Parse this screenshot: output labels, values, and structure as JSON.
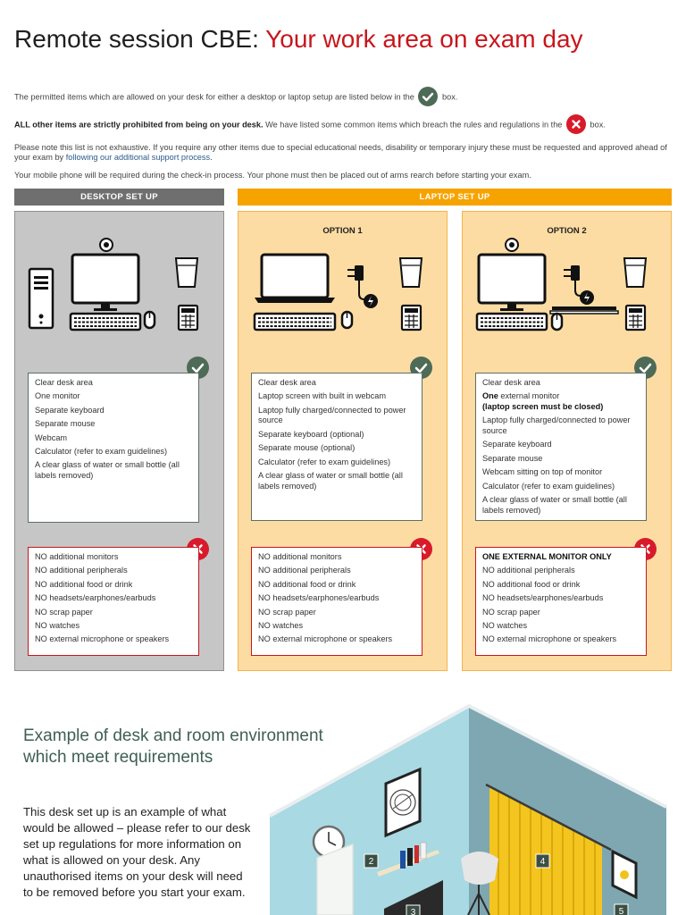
{
  "title": {
    "main": "Remote session CBE:",
    "accent": "Your work area on exam day"
  },
  "intro": {
    "p1_text": "The permitted items which are allowed on your desk for either a desktop or laptop setup are listed below in the",
    "p1_suffix": "box.",
    "p2_bold": "ALL other items are strictly prohibited from being on your desk.",
    "p2_text": "We have listed some common items which breach the rules and regulations in the",
    "p2_suffix": "box.",
    "p3_text": "Please note this list is not exhaustive. If you require any other items due to special educational needs, disability or temporary injury these must be requested and approved ahead of your exam by",
    "p3_link": "following our additional support process",
    "p3_end": ".",
    "p4_text": "Your mobile phone will be required during the check-in process. Your phone must then be placed out of arms rearch before starting your exam."
  },
  "bars": {
    "desktop": "DESKTOP SET UP",
    "laptop": "LAPTOP SET UP"
  },
  "desktop": {
    "allowed": [
      "Clear desk area",
      "One monitor",
      "Separate keyboard",
      "Separate mouse",
      "Webcam",
      "Calculator (refer to exam guidelines)",
      "A clear glass of water or small bottle (all labels removed)"
    ],
    "banned": [
      "NO additional monitors",
      "NO additional peripherals",
      "NO additional food or drink",
      "NO headsets/earphones/earbuds",
      "NO scrap paper",
      "NO watches",
      "NO external microphone or speakers"
    ]
  },
  "option1": {
    "title": "OPTION 1",
    "allowed": [
      "Clear desk area",
      "Laptop screen with built in webcam",
      "Laptop fully charged/connected to power source",
      "Separate keyboard (optional)",
      "Separate mouse (optional)",
      "Calculator (refer to exam guidelines)",
      "A clear glass of water or small bottle (all labels removed)"
    ],
    "banned": [
      "NO additional monitors",
      "NO additional peripherals",
      "NO additional food or drink",
      "NO headsets/earphones/earbuds",
      "NO scrap paper",
      "NO watches",
      "NO external microphone or speakers"
    ]
  },
  "option2": {
    "title": "OPTION 2",
    "allowed_first": "Clear desk area",
    "monitor_bold": "One",
    "monitor_rest": " external monitor",
    "monitor_note": "(laptop screen must be closed)",
    "allowed": [
      "Laptop fully charged/connected to power source",
      "Separate keyboard",
      "Separate mouse",
      "Webcam sitting on top of monitor",
      "Calculator (refer to exam guidelines)",
      "A clear glass of water or small bottle (all labels removed)"
    ],
    "banned_first": "ONE EXTERNAL MONITOR ONLY",
    "banned": [
      "NO additional peripherals",
      "NO additional food or drink",
      "NO headsets/earphones/earbuds",
      "NO scrap paper",
      "NO watches",
      "NO external microphone or speakers"
    ]
  },
  "example": {
    "title": "Example of desk and room environment which meet requirements",
    "body": "This desk set up is an example of what would be allowed – please refer to our desk set up regulations for more information on what is allowed on your desk. Any unauthorised items on your desk will need to be removed before you start your exam."
  },
  "room_labels": [
    "2",
    "3",
    "4",
    "5"
  ],
  "colors": {
    "accent_red": "#c8161d",
    "allowed_green": "#4d6b57",
    "banned_red": "#d81a2b",
    "desktop_grey": "#6f6f6f",
    "laptop_orange": "#f6a300",
    "laptop_panel": "#fddca3",
    "desktop_panel": "#c6c6c6",
    "heading_teal": "#3e5f56"
  }
}
